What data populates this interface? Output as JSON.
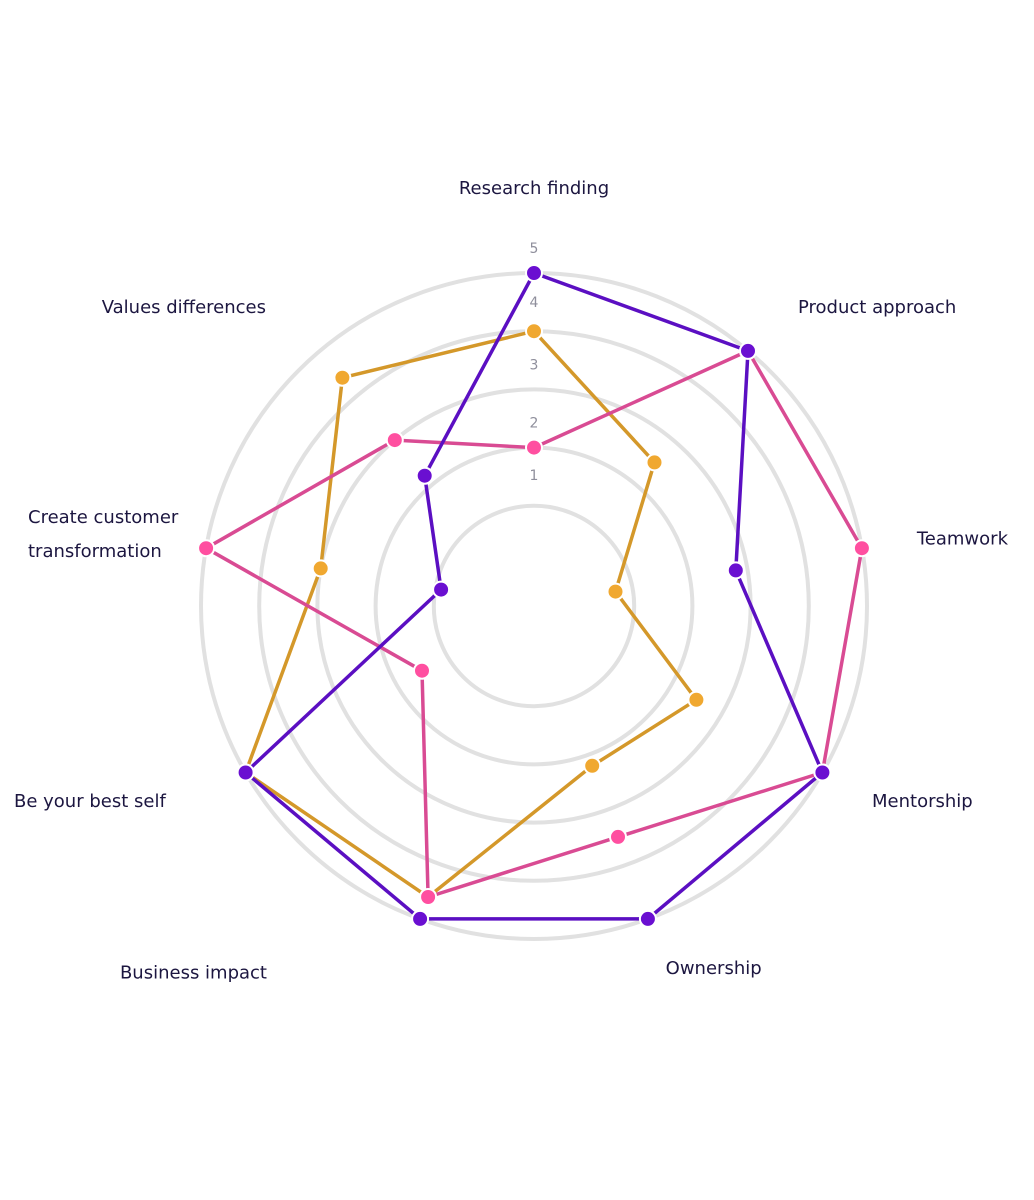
{
  "chart_data": {
    "type": "radar",
    "axes": [
      "Research finding",
      "Product approach",
      "Teamwork",
      "Mentorship",
      "Ownership",
      "Business impact",
      "Be your best self",
      "Create customer transformation",
      "Values differences"
    ],
    "axis_label_lines": [
      [
        "Research finding"
      ],
      [
        "Product approach"
      ],
      [
        "Teamwork"
      ],
      [
        "Mentorship"
      ],
      [
        "Ownership"
      ],
      [
        "Business impact"
      ],
      [
        "Be your best self"
      ],
      [
        "Create customer",
        "transformation"
      ],
      [
        "Values differences"
      ]
    ],
    "rlim": [
      0,
      5
    ],
    "ticks": [
      1,
      2,
      3,
      4,
      5
    ],
    "grid": true,
    "series": [
      {
        "color": "#f0a830",
        "line_color": "#d4982a",
        "values": [
          4,
          2.5,
          0.7,
          2.5,
          2.2,
          4.6,
          5,
          3,
          4.4
        ]
      },
      {
        "color": "#ff4fa0",
        "line_color": "#d94b93",
        "values": [
          2,
          5,
          5,
          5,
          3.5,
          4.6,
          1.5,
          5,
          3
        ]
      },
      {
        "color": "#6a0fd1",
        "line_color": "#5b0fc2",
        "values": [
          5,
          5,
          2.8,
          5,
          5,
          5,
          5,
          0.9,
          2.2
        ]
      }
    ]
  }
}
